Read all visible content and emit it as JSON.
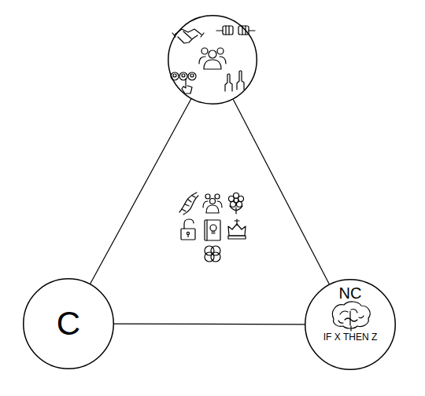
{
  "diagram": {
    "nodes": [
      {
        "text": []
      },
      {
        "text": [
          "C"
        ]
      },
      {
        "text": [
          "NC",
          "IF X THEN Z"
        ]
      }
    ],
    "edges": [
      {
        "from": 0,
        "to": 1,
        "arrow": "none"
      },
      {
        "from": 0,
        "to": 2,
        "arrow": "none"
      },
      {
        "from": 1,
        "to": 2,
        "arrow": "none"
      }
    ]
  }
}
